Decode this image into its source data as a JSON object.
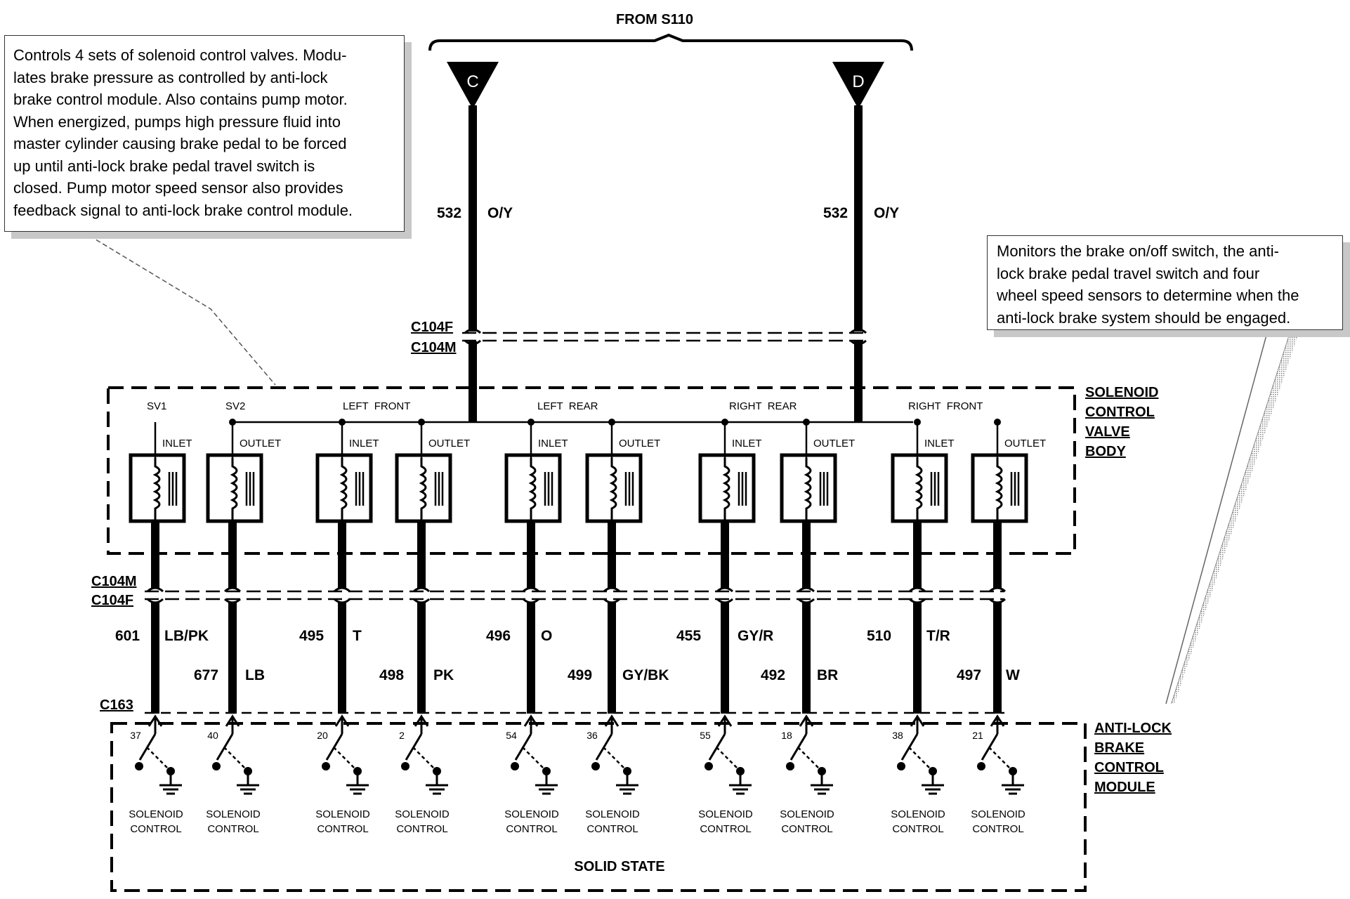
{
  "header": {
    "from_label": "FROM S110"
  },
  "splices": [
    "C",
    "D"
  ],
  "feed_wires": [
    {
      "circuit": "532",
      "color": "O/Y"
    },
    {
      "circuit": "532",
      "color": "O/Y"
    }
  ],
  "connectors": {
    "c104f_top": "C104F",
    "c104m_top": "C104M",
    "c104m_bottom": "C104M",
    "c104f_bottom": "C104F",
    "c163": "C163"
  },
  "notes": {
    "left": [
      "Controls 4 sets of solenoid control valves. Modu-",
      "lates brake pressure as controlled by anti-lock",
      "brake control module. Also contains pump motor.",
      "When energized, pumps high pressure fluid into",
      "master cylinder causing brake pedal to be forced",
      "up until  anti-lock brake pedal travel switch is",
      "closed. Pump motor speed sensor also provides",
      "feedback signal to anti-lock brake control module."
    ],
    "right": [
      "Monitors the brake on/off switch, the anti-",
      "lock brake pedal travel switch and four",
      "wheel speed sensors to determine when the",
      "anti-lock brake system should be engaged."
    ]
  },
  "valve_body": {
    "title": [
      "SOLENOID",
      "CONTROL",
      "VALVE",
      "BODY"
    ],
    "group_labels": [
      "SV1",
      "SV2",
      "LEFT  FRONT",
      "LEFT  REAR",
      "RIGHT  REAR",
      "RIGHT  FRONT"
    ]
  },
  "valves": [
    {
      "label": "INLET"
    },
    {
      "label": "OUTLET"
    },
    {
      "label": "INLET"
    },
    {
      "label": "OUTLET"
    },
    {
      "label": "INLET"
    },
    {
      "label": "OUTLET"
    },
    {
      "label": "INLET"
    },
    {
      "label": "OUTLET"
    },
    {
      "label": "INLET"
    },
    {
      "label": "OUTLET"
    }
  ],
  "wires": [
    {
      "circuit": "601",
      "color": "LB/PK",
      "pin": "37"
    },
    {
      "circuit": "677",
      "color": "LB",
      "pin": "40"
    },
    {
      "circuit": "495",
      "color": "T",
      "pin": "20"
    },
    {
      "circuit": "498",
      "color": "PK",
      "pin": "2"
    },
    {
      "circuit": "496",
      "color": "O",
      "pin": "54"
    },
    {
      "circuit": "499",
      "color": "GY/BK",
      "pin": "36"
    },
    {
      "circuit": "455",
      "color": "GY/R",
      "pin": "55"
    },
    {
      "circuit": "492",
      "color": "BR",
      "pin": "18"
    },
    {
      "circuit": "510",
      "color": "T/R",
      "pin": "38"
    },
    {
      "circuit": "497",
      "color": "W",
      "pin": "21"
    }
  ],
  "module": {
    "title": [
      "ANTI-LOCK",
      "BRAKE",
      "CONTROL",
      "MODULE"
    ],
    "driver_label": [
      "SOLENOID",
      "CONTROL"
    ],
    "footer": "SOLID STATE"
  }
}
